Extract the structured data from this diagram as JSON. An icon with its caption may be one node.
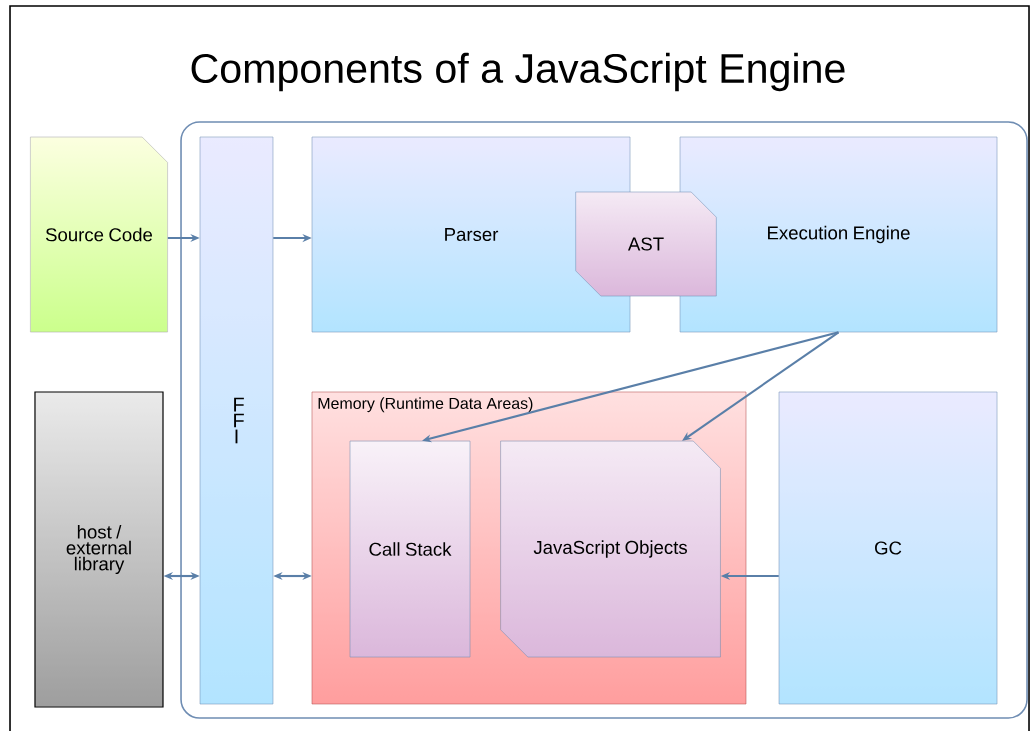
{
  "diagram": {
    "title": "Components of a JavaScript Engine",
    "nodes": [
      {
        "text": [
          "Source Code"
        ]
      },
      {
        "text": [],
        "shape": "box"
      },
      {
        "text": [
          "F F I"
        ],
        "in": 1
      },
      {
        "text": [
          "Parser"
        ],
        "in": 1
      },
      {
        "text": [
          "AST"
        ],
        "in": 1
      },
      {
        "text": [
          "Execution Engine"
        ],
        "in": 1
      },
      {
        "text": [
          "host / external library"
        ]
      },
      {
        "text": [
          "Memory (Runtime Data Areas)"
        ],
        "in": 1
      },
      {
        "text": [
          "Call Stack"
        ],
        "in": 7
      },
      {
        "text": [
          "JavaScript Objects"
        ],
        "in": 7
      },
      {
        "text": [
          "GC"
        ],
        "in": 1
      }
    ],
    "edges": [
      {
        "from": 0,
        "to": 2,
        "arrow": "to"
      },
      {
        "from": 2,
        "to": 3,
        "arrow": "to"
      },
      {
        "from": 6,
        "to": 2,
        "arrow": "both"
      },
      {
        "from": 2,
        "to": 7,
        "arrow": "both"
      },
      {
        "from": 5,
        "to": 8,
        "arrow": "to"
      },
      {
        "from": 5,
        "to": 9,
        "arrow": "to"
      },
      {
        "from": 10,
        "to": 9,
        "arrow": "to"
      }
    ]
  }
}
